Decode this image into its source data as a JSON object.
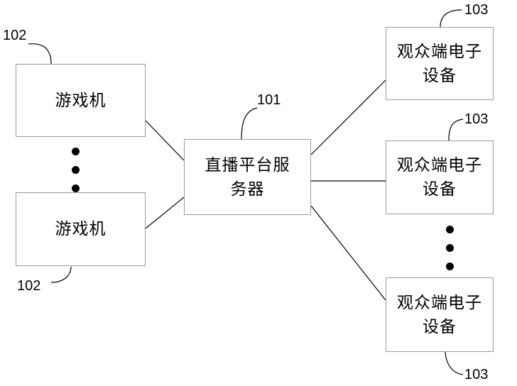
{
  "nodes": {
    "game_console_top": {
      "label": "游戏机",
      "ref": "102"
    },
    "game_console_bottom": {
      "label": "游戏机",
      "ref": "102"
    },
    "server": {
      "label_line1": "直播平台服",
      "label_line2": "务器",
      "ref": "101"
    },
    "viewer_device_top": {
      "label_line1": "观众端电子",
      "label_line2": "设备",
      "ref": "103"
    },
    "viewer_device_middle": {
      "label_line1": "观众端电子",
      "label_line2": "设备",
      "ref": "103"
    },
    "viewer_device_bottom": {
      "label_line1": "观众端电子",
      "label_line2": "设备",
      "ref": "103"
    }
  }
}
